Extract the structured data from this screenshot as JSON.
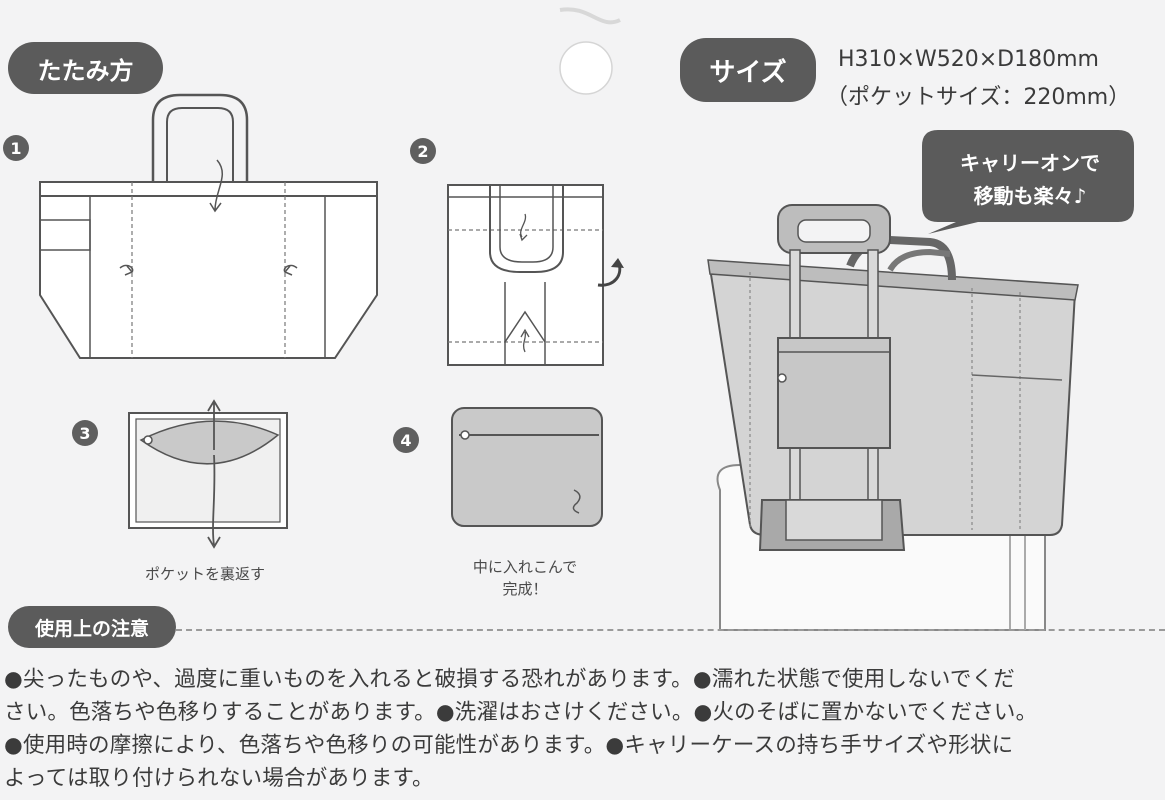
{
  "folding": {
    "title": "たたみ方",
    "steps": [
      {
        "num": "1"
      },
      {
        "num": "2"
      },
      {
        "num": "3",
        "caption": "ポケットを裏返す"
      },
      {
        "num": "4",
        "caption_line1": "中に入れこんで",
        "caption_line2": "完成！"
      }
    ]
  },
  "size": {
    "label": "サイズ",
    "dimensions": "H310×W520×D180mm",
    "pocket": "（ポケットサイズ：220mm）"
  },
  "callout": {
    "line1": "キャリーオンで",
    "line2": "移動も楽々♪"
  },
  "caution": {
    "title": "使用上の注意",
    "lines": [
      "●尖ったものや、過度に重いものを入れると破損する恐れがあります。●濡れた状態で使用しないでくだ",
      "さい。色落ちや色移りすることがあります。●洗濯はおさけください。●火のそばに置かないでください。",
      "●使用時の摩擦により、色落ちや色移りの可能性があります。●キャリーケースの持ち手サイズや形状に",
      "よっては取り付けられない場合があります。"
    ]
  },
  "colors": {
    "background": "#f3f3f4",
    "pill": "#5b5b5b",
    "line_art": "#555555",
    "fill_gray": "#c9c9c9"
  },
  "icons": [
    "hang-hole-icon",
    "curved-arrow-icon",
    "fold-arrow-icon"
  ]
}
